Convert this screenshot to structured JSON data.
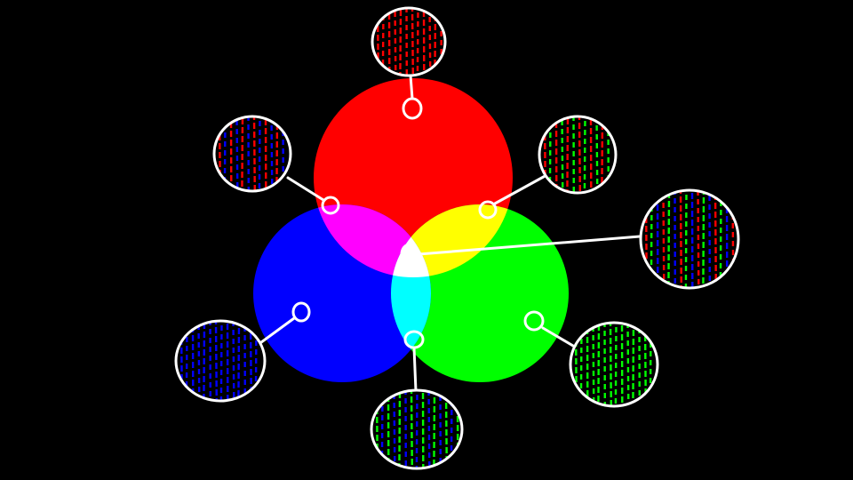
{
  "diagram": {
    "background": "#000000",
    "outline_color": "#ffffff",
    "colors": {
      "red": "#ff0000",
      "green": "#00ff00",
      "blue": "#0000ff",
      "yellow": "#ffff00",
      "magenta": "#ff00ff",
      "cyan": "#00ffff",
      "white": "#ffffff"
    },
    "primaries": [
      {
        "name": "red",
        "color": "#ff0000"
      },
      {
        "name": "green",
        "color": "#00ff00"
      },
      {
        "name": "blue",
        "color": "#0000ff"
      }
    ],
    "regions": [
      {
        "region": "red",
        "stripes": [
          "#ff0000"
        ]
      },
      {
        "region": "magenta",
        "stripes": [
          "#ff0000",
          "#0000ff"
        ]
      },
      {
        "region": "yellow",
        "stripes": [
          "#ff0000",
          "#00ff00"
        ]
      },
      {
        "region": "white",
        "stripes": [
          "#ff0000",
          "#00ff00",
          "#0000ff"
        ]
      },
      {
        "region": "blue",
        "stripes": [
          "#0000ff"
        ]
      },
      {
        "region": "cyan",
        "stripes": [
          "#00ff00",
          "#0000ff"
        ]
      },
      {
        "region": "green",
        "stripes": [
          "#00ff00"
        ]
      }
    ]
  }
}
